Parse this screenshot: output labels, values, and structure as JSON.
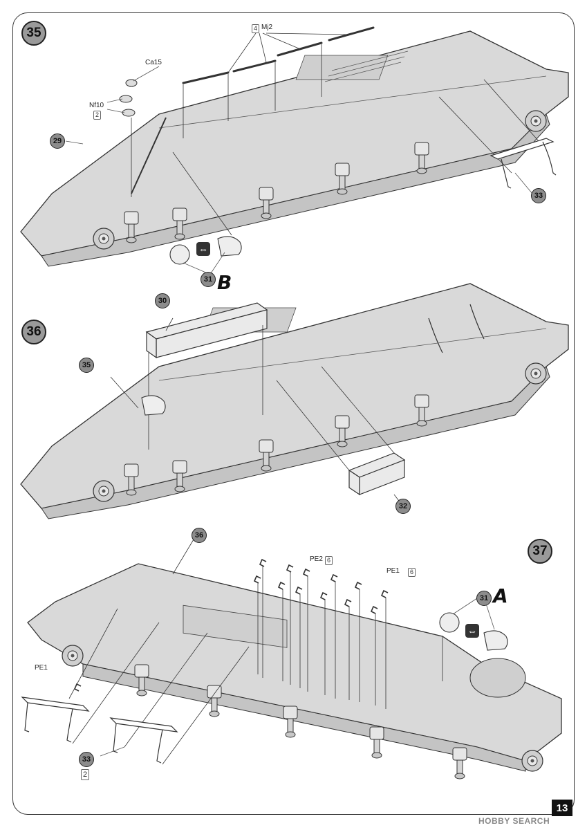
{
  "page": {
    "number": "13",
    "watermark": "HOBBY SEARCH"
  },
  "steps": [
    {
      "id": "35",
      "parts": [
        {
          "id": "29"
        },
        {
          "id": "31",
          "variant": "B"
        },
        {
          "id": "33"
        }
      ],
      "labels": [
        {
          "text": "Mj2",
          "qty": "4"
        },
        {
          "text": "Ca15"
        },
        {
          "text": "Nf10",
          "qty": "2"
        }
      ]
    },
    {
      "id": "36",
      "parts": [
        {
          "id": "30"
        },
        {
          "id": "35"
        },
        {
          "id": "32"
        }
      ]
    },
    {
      "id": "37",
      "parts": [
        {
          "id": "36"
        },
        {
          "id": "31",
          "variant": "A"
        },
        {
          "id": "33",
          "qty": "2"
        }
      ],
      "labels": [
        {
          "text": "PE2",
          "qty": "6"
        },
        {
          "text": "PE1",
          "qty": "6"
        },
        {
          "text": "PE1"
        }
      ]
    }
  ],
  "colors": {
    "hull": "#d9d9d9",
    "outline": "#333333",
    "badge": "#9a9a9a"
  }
}
